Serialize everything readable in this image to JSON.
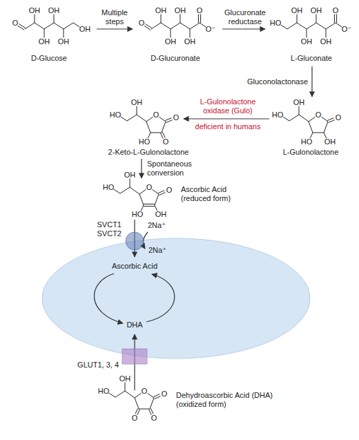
{
  "diagram": {
    "nodes": [
      {
        "text": [
          "Ascorbic Acid",
          "DHA"
        ]
      },
      {
        "text": [
          "SVCT1 SVCT2"
        ]
      },
      {
        "text": [
          "GLUT1, 3, 4"
        ]
      }
    ],
    "labels": [
      "O",
      "OH",
      "OH",
      "OH",
      "OH",
      "OH",
      "D-Glucose",
      "Multiple steps",
      "O",
      "OH",
      "OH",
      "OH",
      "OH",
      "O",
      "O⁻",
      "D-Glucuronate",
      "Glucuronate reductase",
      "HO",
      "OH",
      "OH",
      "OH",
      "OH",
      "O",
      "O⁻",
      "L-Gluconate",
      "Gluconolactonase",
      "HO",
      "OH",
      "O",
      "O",
      "HO",
      "O",
      "2-Keto-L-Gulonolactone",
      "L-Gulonolactone oxidase (Gulo)",
      "deficient in humans",
      "HO",
      "OH",
      "O",
      "O",
      "HO",
      "OH",
      "L-Gulonolactone",
      "Spontaneous conversion",
      "HO",
      "OH",
      "O",
      "O",
      "HO",
      "OH",
      "Ascorbic Acid (reduced form)",
      "2Na⁺",
      "2Na⁺",
      "HO",
      "OH",
      "O",
      "O",
      "O",
      "O",
      "Dehydroascorbic Acid (DHA) (oxidized form)"
    ]
  }
}
